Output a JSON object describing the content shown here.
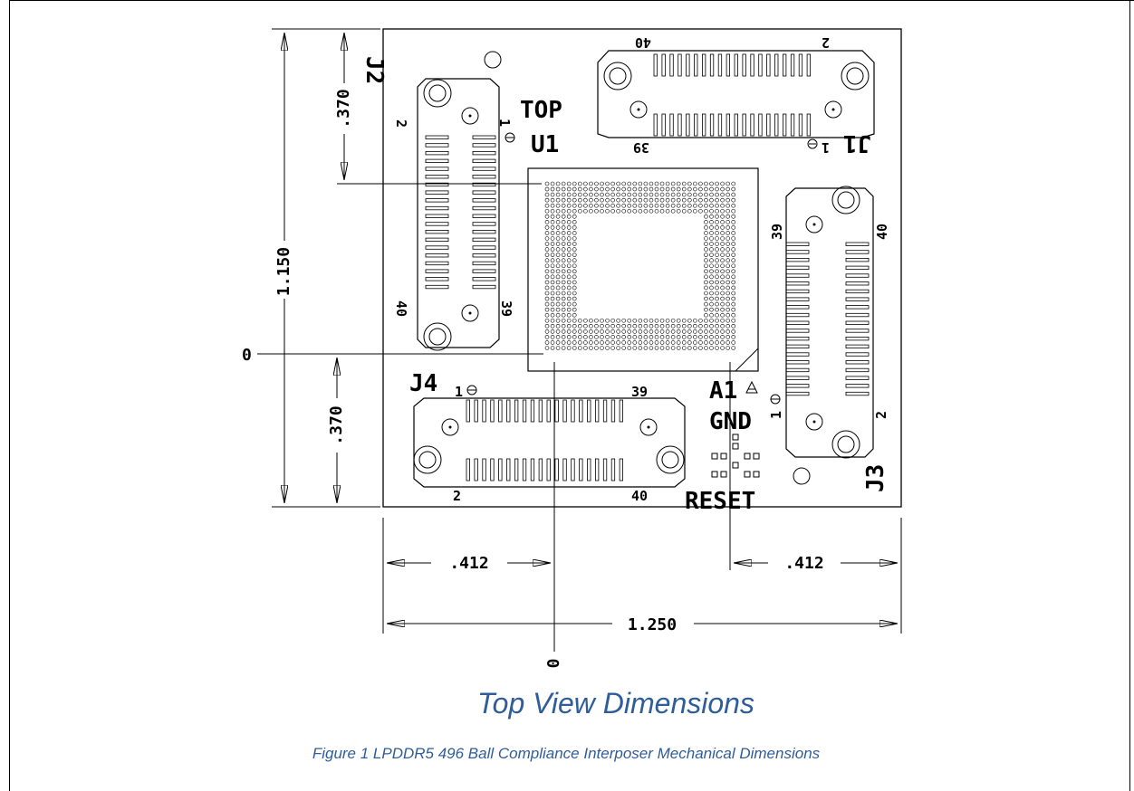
{
  "labels": {
    "j1": "J1",
    "j2": "J2",
    "j3": "J3",
    "j4": "J4",
    "top": "TOP",
    "u1": "U1",
    "a1": "A1",
    "gnd": "GND",
    "reset": "RESET",
    "pin1": "1"
  },
  "pins": {
    "j1": {
      "top_left": "40",
      "top_right": "2",
      "bottom_left": "39",
      "bottom_right": "1"
    },
    "j2": {
      "top": "2",
      "top_one": "1",
      "bottom_left": "40",
      "bottom_right": "39"
    },
    "j3": {
      "top_left": "39",
      "top_right": "40",
      "bottom_one": "1",
      "bottom_right": "2"
    },
    "j4": {
      "top_one": "1",
      "top_right": "39",
      "bottom_left": "2",
      "bottom_right": "40"
    }
  },
  "dimensions": {
    "height_total": "1.150",
    "upper_offset": ".370",
    "lower_offset": ".370",
    "left_offset": ".412",
    "right_offset": ".412",
    "width_total": "1.250",
    "origin_y": "0",
    "origin_x": "0"
  },
  "caption": {
    "view_title": "Top View Dimensions",
    "figure": "Figure 1 LPDDR5 496 Ball Compliance Interposer Mechanical Dimensions"
  },
  "colors": {
    "line": "#000000",
    "caption": "#2f5d9a"
  }
}
